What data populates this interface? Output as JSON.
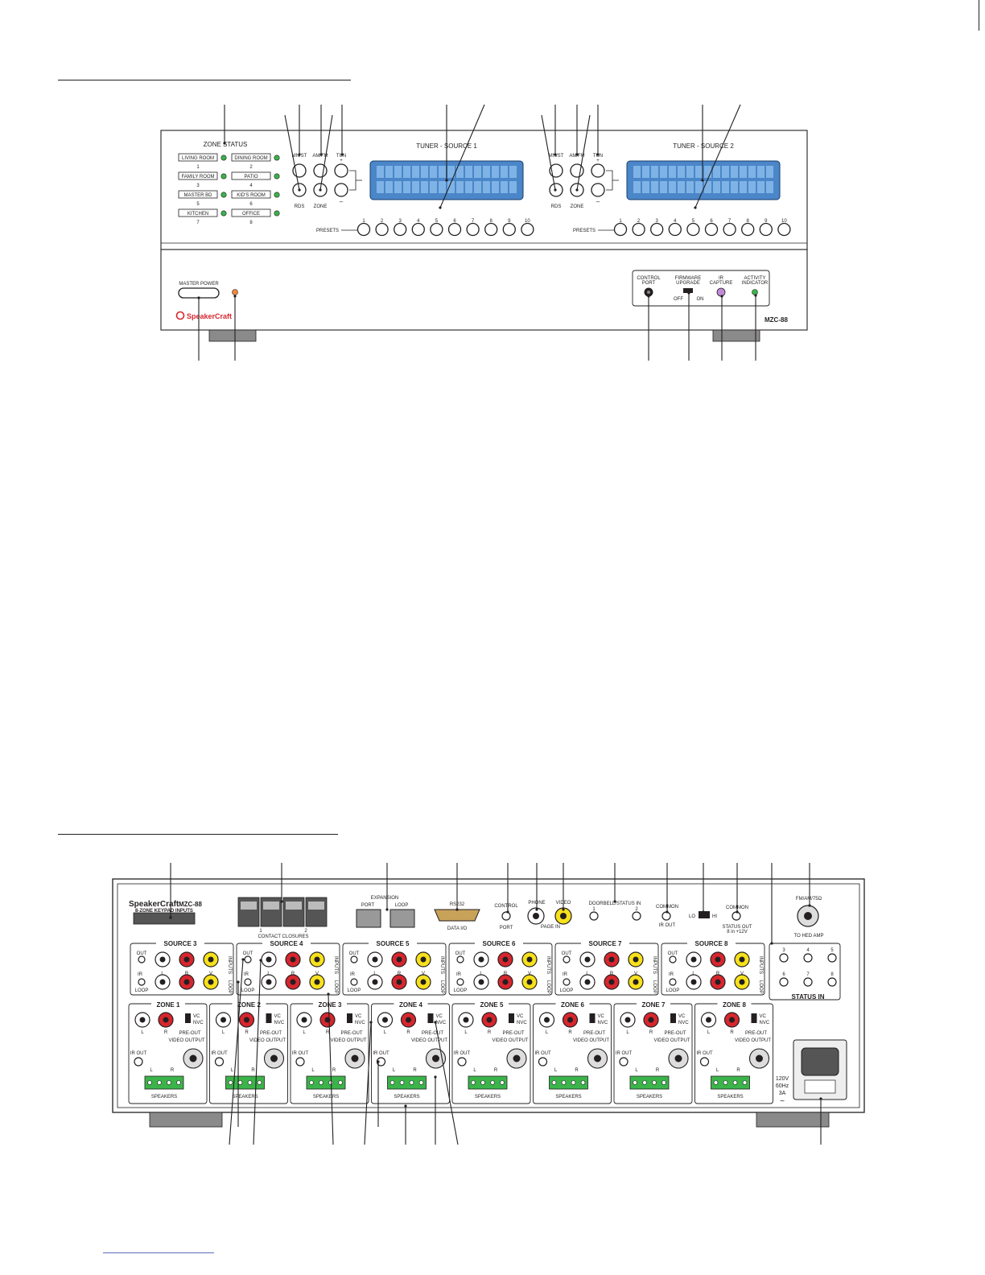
{
  "front_panel": {
    "zone_status_title": "ZONE STATUS",
    "zones": [
      {
        "label": "LIVING ROOM",
        "num": "1"
      },
      {
        "label": "DINING ROOM",
        "num": "2"
      },
      {
        "label": "FAMILY ROOM",
        "num": "3"
      },
      {
        "label": "PATIO",
        "num": "4"
      },
      {
        "label": "MASTER BD",
        "num": "5"
      },
      {
        "label": "KID'S ROOM",
        "num": "6"
      },
      {
        "label": "KITCHEN",
        "num": "7"
      },
      {
        "label": "OFFICE",
        "num": "8"
      }
    ],
    "tuner1_title": "TUNER - SOURCE 1",
    "tuner2_title": "TUNER - SOURCE 2",
    "btn_mnst": "MN/ST",
    "btn_amfm": "AM/FM",
    "btn_tun": "TUN",
    "btn_rds": "RDS",
    "btn_zone": "ZONE",
    "presets_label": "PRESETS",
    "preset_numbers": [
      "1",
      "2",
      "3",
      "4",
      "5",
      "6",
      "7",
      "8",
      "9",
      "10"
    ],
    "master_power": "MASTER POWER",
    "brand": "SpeakerCraft",
    "model": "MZC-88",
    "control_port": [
      "CONTROL",
      "PORT"
    ],
    "firmware_upgrade": [
      "FIRMWARE",
      "UPGRADE"
    ],
    "off": "OFF",
    "on": "ON",
    "ir_capture": [
      "IR",
      "CAPTURE"
    ],
    "activity_indicator": [
      "ACTIVITY",
      "INDICATOR"
    ],
    "colors": {
      "lcd": "#4a86c8",
      "led_green": "#3bb44a",
      "led_orange": "#f0883a",
      "ir_purple": "#c08ad6",
      "brand_red": "#d7262e"
    }
  },
  "rear_panel": {
    "brand": "SpeakerCraft",
    "model": "MZC-88",
    "keypad_inputs": "8-ZONE KEYPAD INPUTS",
    "contact_closures": "CONTACT CLOSURES",
    "cc_nums": [
      "1",
      "2"
    ],
    "expansion": "EXPANSION",
    "port": "PORT",
    "loop": "LOOP",
    "rs232": "RS232",
    "data_io": "DATA I/O",
    "control": "CONTROL",
    "control_port": "PORT",
    "phone": "PHONE",
    "video": "VIDEO",
    "page_in": "PAGE IN",
    "doorbell": "DOORBELL/STATUS IN",
    "doorbell_nums": [
      "1",
      "2"
    ],
    "common": "COMMON",
    "ir_out": "IR OUT",
    "lo": "LO",
    "hi": "HI",
    "common2": "COMMON",
    "status_out": "STATUS OUT",
    "status_out_sub": "8 in +12V",
    "fm_am": "FM/AM/75Ω",
    "to_hed_amp": "TO HED AMP",
    "sources": [
      "SOURCE 3",
      "SOURCE 4",
      "SOURCE 5",
      "SOURCE 6",
      "SOURCE 7",
      "SOURCE 8"
    ],
    "src_out": "OUT",
    "src_ir": "IR",
    "src_loop": "LOOP",
    "src_l": "L",
    "src_r": "R",
    "src_v": "V",
    "src_inputs": "INPUTS",
    "status_nums": [
      "3",
      "4",
      "5",
      "6",
      "7",
      "8"
    ],
    "status_in": "STATUS IN",
    "zones": [
      "ZONE 1",
      "ZONE 2",
      "ZONE 3",
      "ZONE 4",
      "ZONE 5",
      "ZONE 6",
      "ZONE 7",
      "ZONE 8"
    ],
    "vc": "VC",
    "nvc": "NVC",
    "pre_out": "PRE-OUT",
    "video_output": "VIDEO OUTPUT",
    "zone_ir_out": "IR OUT",
    "speakers": "SPEAKERS",
    "power": [
      "120V",
      "60Hz",
      "3A",
      "~"
    ]
  }
}
